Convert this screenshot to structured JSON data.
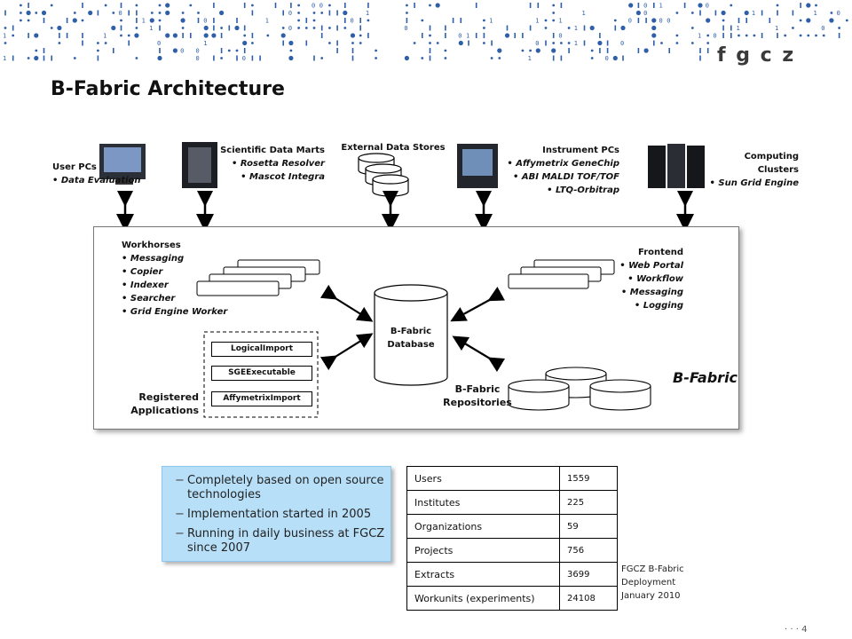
{
  "header": {
    "brand": "f g c z"
  },
  "page": {
    "title": "B-Fabric Architecture",
    "page_number": "· · · 4"
  },
  "top_sources": {
    "user_pcs": {
      "title": "User PCs",
      "items": [
        "Data Evaluation"
      ]
    },
    "data_marts": {
      "title": "Scientific Data Marts",
      "items": [
        "Rosetta Resolver",
        "Mascot Integra"
      ]
    },
    "external_stores": {
      "title": "External Data Stores"
    },
    "instrument_pcs": {
      "title": "Instrument PCs",
      "items": [
        "Affymetrix GeneChip",
        "ABI MALDI TOF/TOF",
        "LTQ-Orbitrap"
      ]
    },
    "clusters": {
      "title_line1": "Computing",
      "title_line2": "Clusters",
      "items": [
        "Sun Grid Engine"
      ]
    }
  },
  "system": {
    "label": "B-Fabric",
    "workhorses": {
      "title": "Workhorses",
      "items": [
        "Messaging",
        "Copier",
        "Indexer",
        "Searcher",
        "Grid Engine Worker"
      ]
    },
    "frontend": {
      "title": "Frontend",
      "items": [
        "Web Portal",
        "Workflow",
        "Messaging",
        "Logging"
      ]
    },
    "database": {
      "line1": "B-Fabric",
      "line2": "Database"
    },
    "repositories": {
      "line1": "B-Fabric",
      "line2": "Repositories"
    },
    "registered": {
      "line1": "Registered",
      "line2": "Applications",
      "apps": [
        "LogicalImport",
        "SGEExecutable",
        "AffymetrixImport"
      ]
    }
  },
  "highlights": [
    "Completely based on open source technologies",
    "Implementation started in 2005",
    "Running in daily business at FGCZ since 2007"
  ],
  "stats": [
    {
      "label": "Users",
      "value": "1559"
    },
    {
      "label": "Institutes",
      "value": "225"
    },
    {
      "label": "Organizations",
      "value": "59"
    },
    {
      "label": "Projects",
      "value": "756"
    },
    {
      "label": "Extracts",
      "value": "3699"
    },
    {
      "label": "Workunits (experiments)",
      "value": "24108"
    }
  ],
  "deployment_note": {
    "line1": "FGCZ B-Fabric",
    "line2": "Deployment",
    "line3": "January 2010"
  },
  "colors": {
    "info_box": "#b7dff8",
    "header_pattern": "#2f5fa8"
  }
}
